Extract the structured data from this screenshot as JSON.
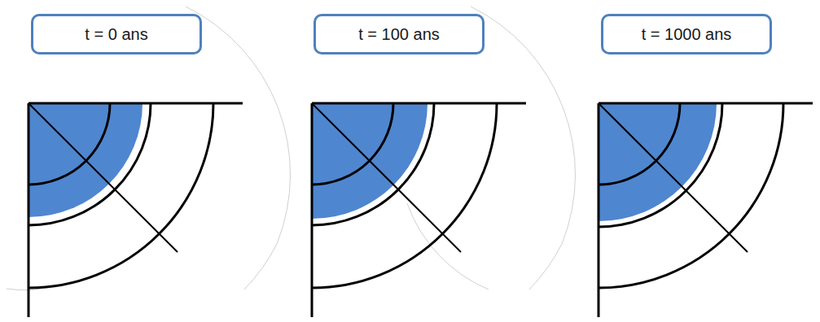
{
  "diagram": {
    "nodes": [
      {
        "text": [
          "t = 0 ans"
        ]
      },
      {
        "text": [
          "t = 100 ans"
        ]
      },
      {
        "text": [
          "t = 1000 ans"
        ]
      }
    ]
  }
}
